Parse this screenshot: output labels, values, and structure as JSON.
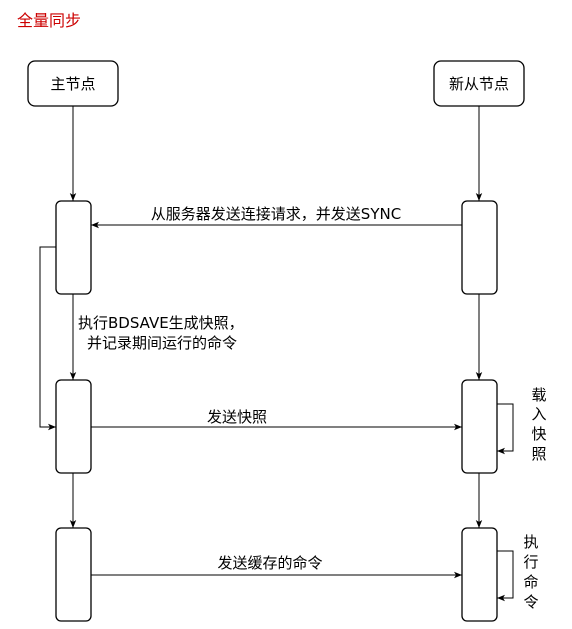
{
  "title": "全量同步",
  "colors": {
    "title": "#cc0000",
    "stroke": "#000000",
    "background": "#ffffff"
  },
  "nodes": {
    "master": "主节点",
    "slave": "新从节点"
  },
  "messages": {
    "sync_request": "从服务器发送连接请求，并发送SYNC",
    "send_snapshot": "发送快照",
    "send_buffered": "发送缓存的命令"
  },
  "notes": {
    "bgsave_line1": "执行BDSAVE生成快照，",
    "bgsave_line2": "并记录期间运行的命令",
    "load_snapshot": [
      "载",
      "入",
      "快",
      "照"
    ],
    "execute_commands": [
      "执",
      "行",
      "命",
      "令"
    ]
  }
}
